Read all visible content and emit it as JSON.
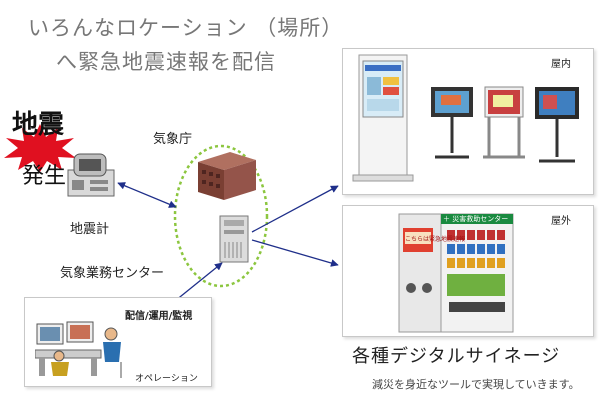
{
  "title": {
    "line1": "いろんなロケーション （場所）",
    "line2": "へ緊急地震速報を配信"
  },
  "quake": {
    "label_top": "地震",
    "label_bottom": "発生",
    "seismometer_label": "地震計"
  },
  "center": {
    "jma_label": "気象庁",
    "service_center_label": "気象業務センター"
  },
  "operation": {
    "tasks_label": "配信/運用/監視",
    "panel_label": "オペレーション"
  },
  "indoor": {
    "label": "屋内"
  },
  "outdoor": {
    "label": "屋外",
    "vending_header": "＋ 災害救助センター",
    "vending_screen": "こちらは緊急地震速報"
  },
  "signage": {
    "caption": "各種デジタルサイネージ",
    "note": "減災を身近なツールで実現していきます。"
  },
  "colors": {
    "arrow": "#1f2f8a",
    "ellipse": "#8cc63f",
    "title": "#777777",
    "burst_red": "#e01020"
  }
}
